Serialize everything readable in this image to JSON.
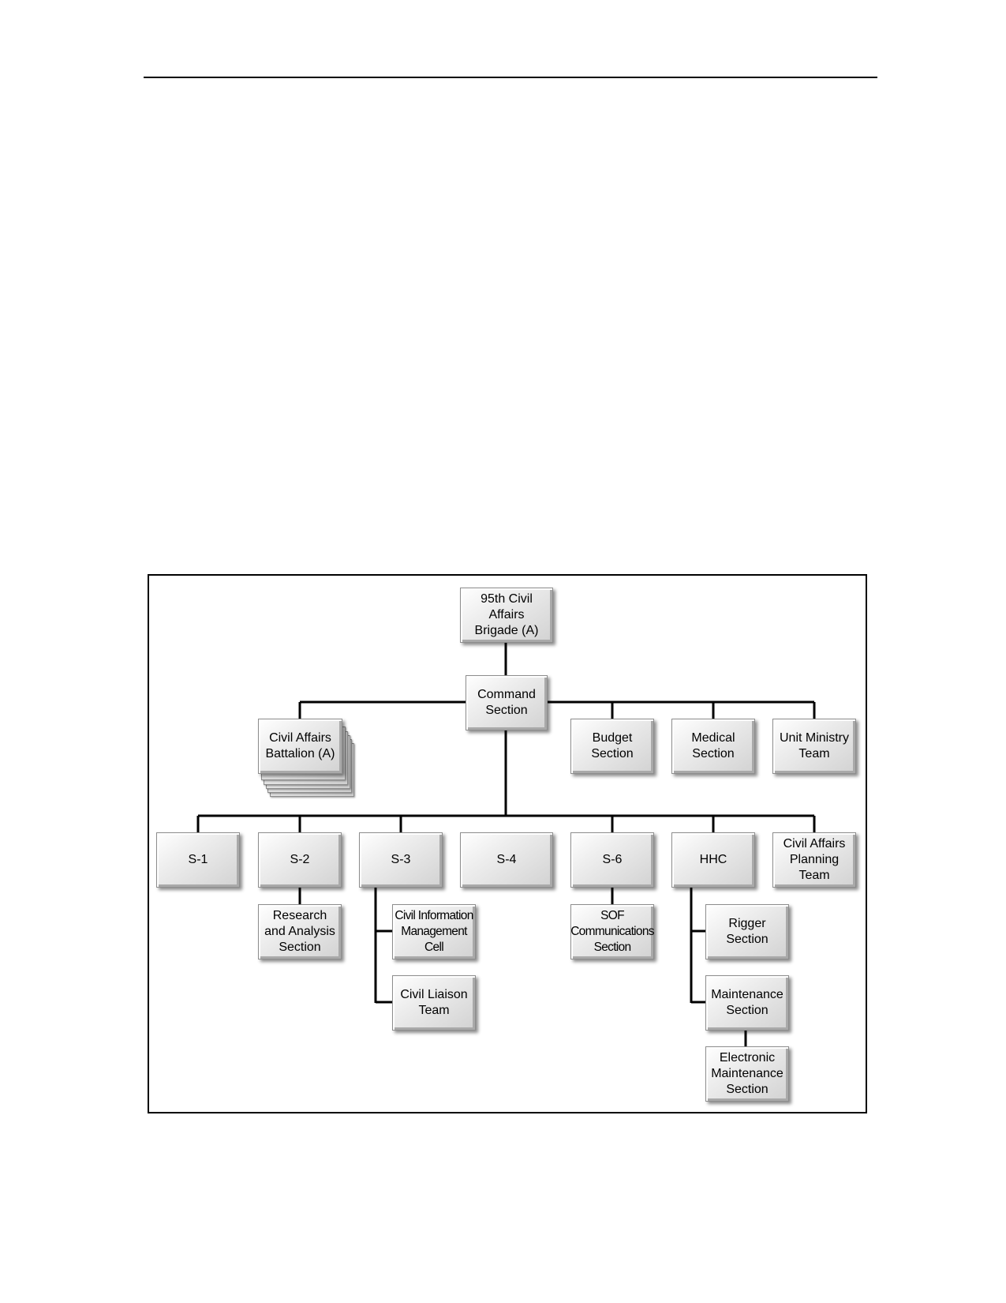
{
  "diagram": {
    "nodes": {
      "brigade": "95th Civil Affairs\nBrigade (A)",
      "command": "Command\nSection",
      "battalion": "Civil Affairs\nBattalion (A)",
      "budget": "Budget\nSection",
      "medical": "Medical\nSection",
      "ministry": "Unit Ministry\nTeam",
      "s1": "S-1",
      "s2": "S-2",
      "s3": "S-3",
      "s4": "S-4",
      "s6": "S-6",
      "hhc": "HHC",
      "capt": "Civil Affairs\nPlanning\nTeam",
      "research": "Research\nand Analysis\nSection",
      "cimc": "Civil Information\nManagement\nCell",
      "clt": "Civil Liaison\nTeam",
      "sof": "SOF\nCommunications\nSection",
      "rigger": "Rigger\nSection",
      "maintenance": "Maintenance\nSection",
      "electronic": "Electronic\nMaintenance\nSection"
    }
  }
}
